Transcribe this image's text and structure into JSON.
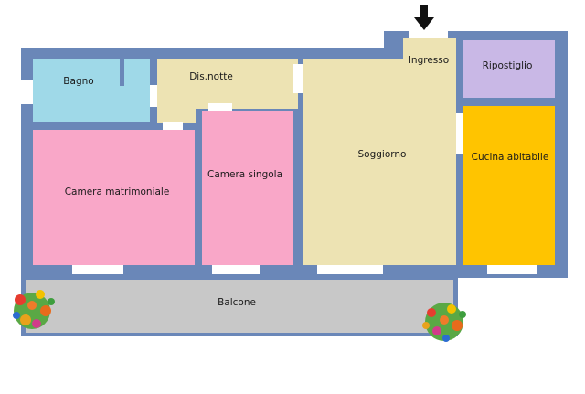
{
  "rooms": {
    "bagno": "Bagno",
    "disimpegno_notte": "Dis.notte",
    "ingresso": "Ingresso",
    "ripostiglio": "Ripostiglio",
    "camera_matrimoniale": "Camera matrimoniale",
    "camera_singola": "Camera singola",
    "soggiorno": "Soggiorno",
    "cucina_abitabile": "Cucina abitabile",
    "balcone": "Balcone"
  },
  "colors": {
    "wall": "#6a87b8",
    "bagno": "#9fd9e8",
    "corridor": "#ede3b3",
    "ripostiglio": "#c9b8e6",
    "camera": "#f9a7c8",
    "cucina": "#ffc400",
    "balcone": "#c8c8c8",
    "opening": "#ffffff"
  },
  "icons": {
    "entrance": "down-arrow-icon",
    "plants": "flower-plant-icon"
  }
}
